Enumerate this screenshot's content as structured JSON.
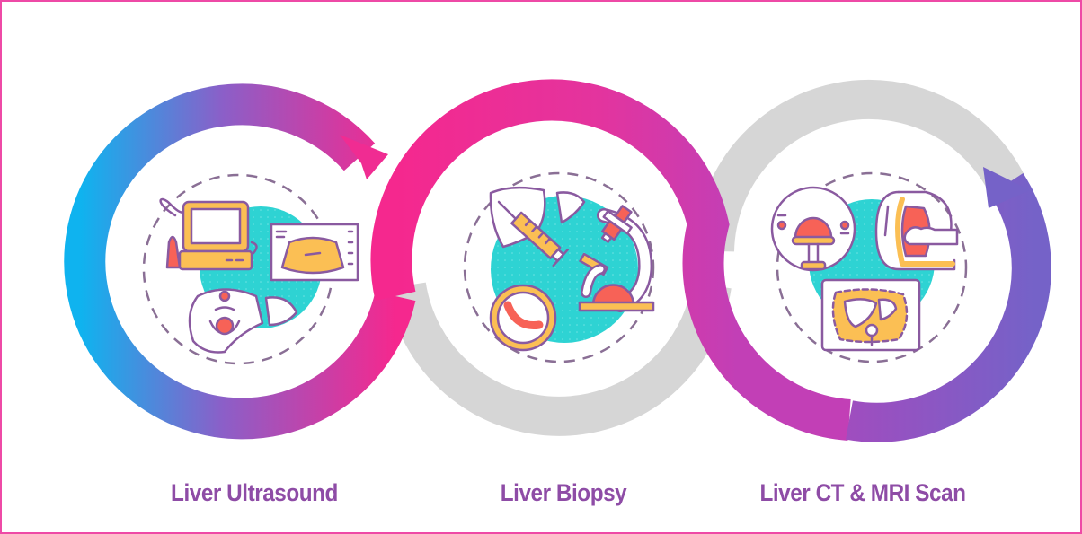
{
  "frame": {
    "border_color": "#ee4aa6",
    "background": "#ffffff"
  },
  "colors": {
    "ribbon_start": "#12b0ee",
    "ribbon_mid_blue_purple": "#8b5fc8",
    "ribbon_pink": "#f5288e",
    "ribbon_magenta": "#c23fb6",
    "ribbon_end_violet": "#7b62c8",
    "ring_gray": "#d6d6d6",
    "label_text": "#8e4ca6",
    "icon_outline": "#8a5aa0",
    "icon_yellow": "#fbbf54",
    "icon_red": "#f76257",
    "icon_teal": "#2ed3d3"
  },
  "steps": [
    {
      "title": "Liver Ultrasound",
      "icons": [
        "ultrasound-machine-icon",
        "ultrasound-probe-icon",
        "sonogram-screen-icon",
        "liver-with-waves-icon"
      ]
    },
    {
      "title": "Liver Biopsy",
      "icons": [
        "liver-icon",
        "syringe-icon",
        "microscope-icon",
        "cell-magnifier-icon"
      ]
    },
    {
      "title": "Liver CT & MRI Scan",
      "icons": [
        "ct-scanner-front-icon",
        "mri-scanner-side-icon",
        "liver-scan-image-icon"
      ]
    }
  ]
}
